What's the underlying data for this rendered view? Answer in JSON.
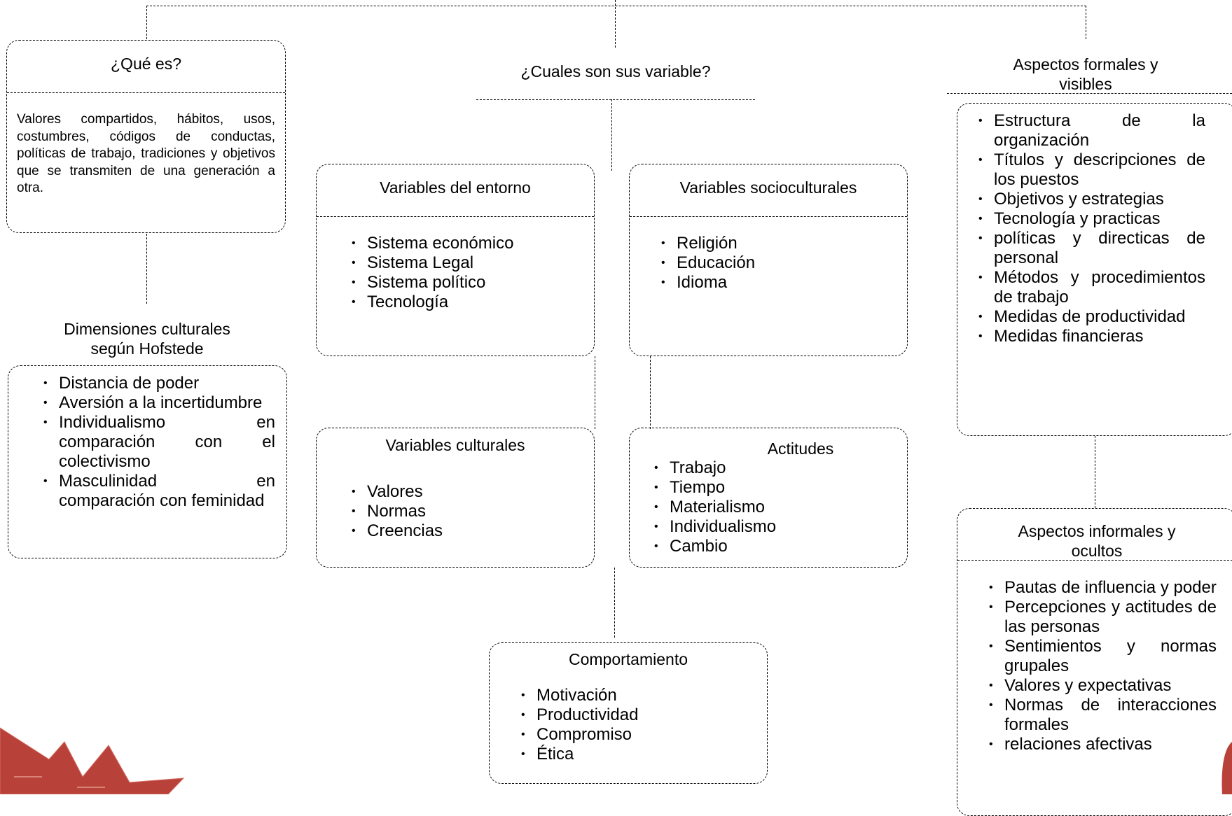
{
  "que_es": {
    "title": "¿Qué es?",
    "text": "Valores compartidos, hábitos, usos, costumbres, códigos de conductas, políticas de trabajo, tradiciones y objetivos que se transmiten de una generación a otra."
  },
  "hofstede": {
    "title_line1": "Dimensiones culturales",
    "title_line2": "según Hofstede",
    "items": [
      "Distancia de poder",
      "Aversión a la incertidumbre",
      "Individualismo en comparación con el colectivismo",
      "Masculinidad en comparación con feminidad"
    ]
  },
  "variables": {
    "title": "¿Cuales son sus variable?",
    "entorno": {
      "title": "Variables del entorno",
      "items": [
        "Sistema económico",
        "Sistema Legal",
        "Sistema político",
        "Tecnología"
      ]
    },
    "socioculturales": {
      "title": "Variables socioculturales",
      "items": [
        "Religión",
        "Educación",
        "Idioma"
      ]
    },
    "culturales": {
      "title": "Variables culturales",
      "items": [
        "Valores",
        "Normas",
        "Creencias"
      ]
    },
    "actitudes": {
      "title": "Actitudes",
      "items": [
        "Trabajo",
        "Tiempo",
        "Materialismo",
        "Individualismo",
        "Cambio"
      ]
    },
    "comportamiento": {
      "title": "Comportamiento",
      "items": [
        "Motivación",
        "Productividad",
        "Compromiso",
        "Ética"
      ]
    }
  },
  "formales": {
    "title_line1": "Aspectos formales y",
    "title_line2": "visibles",
    "items": [
      "Estructura de la organización",
      "Títulos y descripciones de los puestos",
      "Objetivos y estrategias",
      "Tecnología y practicas",
      "políticas y directicas de personal",
      "Métodos y procedimientos de trabajo",
      "Medidas de productividad",
      "Medidas financieras"
    ]
  },
  "informales": {
    "title_line1": "Aspectos informales y",
    "title_line2": "ocultos",
    "items": [
      "Pautas de influencia y poder",
      "Percepciones y actitudes de las personas",
      "Sentimientos y normas grupales",
      "Valores y expectativas",
      "Normas de interacciones formales",
      "relaciones afectivas"
    ]
  },
  "colors": {
    "line": "#000000",
    "decoration": "#c0392b"
  }
}
